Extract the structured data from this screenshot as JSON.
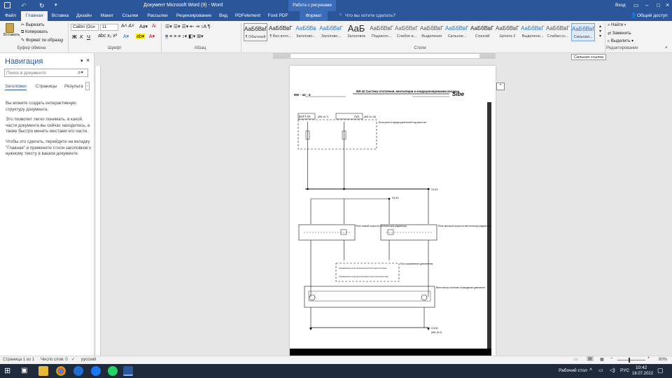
{
  "title_bar": {
    "title": "Документ Microsoft Word (9) - Word",
    "context": "Работа с рисунками",
    "user": "Вход",
    "save_icon": "save-icon"
  },
  "tabs": [
    "Файл",
    "Главная",
    "Вставка",
    "Дизайн",
    "Макет",
    "Ссылки",
    "Рассылки",
    "Рецензирование",
    "Вид",
    "PDFelement",
    "Foxit PDF",
    "Формат"
  ],
  "active_tab": "Главная",
  "tell_me": "Что вы хотите сделать?",
  "share": "Общий доступ",
  "clipboard": {
    "paste": "Вставить",
    "cut": "Вырезать",
    "copy": "Копировать",
    "format_painter": "Формат по образцу",
    "group": "Буфер обмена"
  },
  "font": {
    "name": "Calibri (Осн",
    "size": "11",
    "group": "Шрифт",
    "bold": "Ж",
    "italic": "К",
    "underline": "Ч"
  },
  "paragraph_group": "Абзац",
  "styles": [
    {
      "preview": "АаБбВвГг,",
      "name": "¶ Обычный"
    },
    {
      "preview": "АаБбВвГг,",
      "name": "¶ Без инте..."
    },
    {
      "preview": "АаБбВв",
      "name": "Заголово..."
    },
    {
      "preview": "АаБбВвГ",
      "name": "Заголово..."
    },
    {
      "preview": "АаБ",
      "name": "Заголовок"
    },
    {
      "preview": "АаБбВвГ",
      "name": "Подзагол..."
    },
    {
      "preview": "АаБбВвГг",
      "name": "Слабое в..."
    },
    {
      "preview": "АаБбВвГг",
      "name": "Выделение"
    },
    {
      "preview": "АаБбВвГг",
      "name": "Сильное..."
    },
    {
      "preview": "АаБбВвГг,",
      "name": "Строгий"
    },
    {
      "preview": "АаБбВвГг",
      "name": "Цитата 2"
    },
    {
      "preview": "АаБбВвГг",
      "name": "Выделенн..."
    },
    {
      "preview": "АаБбВвГг",
      "name": "Слабая сс..."
    },
    {
      "preview": "АаБбВвГг",
      "name": "Сильная..."
    }
  ],
  "styles_group": "Стили",
  "editing": {
    "find": "Найти",
    "replace": "Заменить",
    "select": "Выделить",
    "group": "Редактирование"
  },
  "tooltip": "Сильная ссылка",
  "navigation": {
    "title": "Навигация",
    "search_placeholder": "Поиск в документе",
    "tabs": [
      "Заголовки",
      "Страницы",
      "Результа"
    ],
    "p1": "Вы можете создать интерактивную структуру документа.",
    "p2": "Это позволит легко понимать, в какой части документа вы сейчас находитесь, а также быстро менять местами его части.",
    "p3": "Чтобы это сделать, перейдите на вкладку \"Главная\" и примените стили заголовков к нужному тексту в вашем документе."
  },
  "diagram": {
    "header_left": "8W - 42 - 6",
    "header_title": "8W-42 Система отопления, вентиляции и кондиционирования воздуха",
    "brand": "Sibe",
    "batt": "BATT A0",
    "batt_ref": "(8W-10-7)",
    "a21": "A21",
    "a21_ref": "(8W-10-18)",
    "fuse_box": "Блок реле и предохранителей под капотом",
    "ground_left": "S133",
    "ground_right": "S103",
    "relay_low": "Реле низкой скорости вентилятора радиатора",
    "relay_high": "Реле высокой скорости вентилятора радиатора",
    "controller": "Блок управления двигателем",
    "ctrl_low": "Управление реле низкоскоростного вентилятора",
    "ctrl_high": "Управление реле высокоскоростного вентилятора",
    "fans": "Вентилятор системы охлаждения двигателя",
    "ground_bottom": "G100",
    "ground_ref": "(8W-15-2)"
  },
  "status": {
    "page": "Страница 1 из 1",
    "words": "Число слов: 0",
    "lang": "русский",
    "zoom": "80%"
  },
  "taskbar": {
    "desktop": "Рабочий стол",
    "lang": "РУС",
    "time": "10:42",
    "date": "18.07.2022"
  }
}
